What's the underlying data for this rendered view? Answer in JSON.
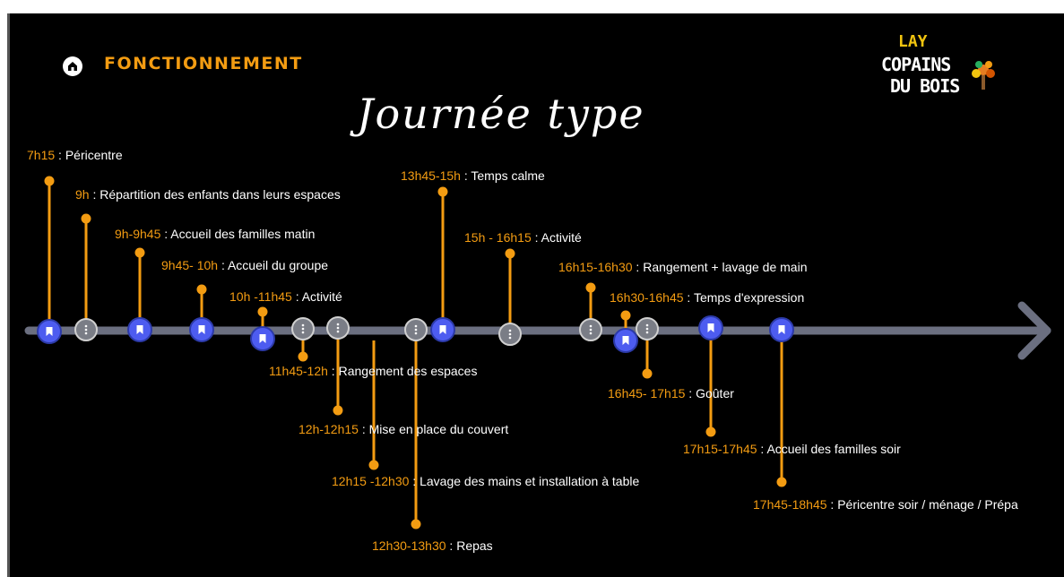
{
  "header": {
    "section_title": "FONCTIONNEMENT",
    "page_title": "Journée type",
    "logo_line1": "LAY",
    "logo_line2": "COPAINS",
    "logo_line3": "DU BOIS"
  },
  "colors": {
    "background": "#000000",
    "accent": "#f39c12",
    "timeline_bar": "#6b6f80",
    "marker_blue": "#4d5cf0",
    "marker_grey": "#7a7d86",
    "text": "#ffffff"
  },
  "icons": {
    "home": "home-icon",
    "bookmark": "bookmark-icon",
    "more": "more-vertical-icon",
    "arrow": "arrow-right-icon"
  },
  "events": [
    {
      "time": "7h15",
      "label": "Péricentre"
    },
    {
      "time": "9h",
      "label": "Répartition des enfants dans leurs espaces"
    },
    {
      "time": "9h-9h45",
      "label": "Accueil des familles matin"
    },
    {
      "time": "9h45- 10h",
      "label": "Accueil du groupe"
    },
    {
      "time": "10h -11h45",
      "label": "Activité"
    },
    {
      "time": "11h45-12h",
      "label": "Rangement des espaces"
    },
    {
      "time": "12h-12h15",
      "label": "Mise en place du couvert"
    },
    {
      "time": "12h15 -12h30",
      "label": "Lavage des mains et installation à table"
    },
    {
      "time": "12h30-13h30",
      "label": "Repas"
    },
    {
      "time": "13h45-15h",
      "label": "Temps calme"
    },
    {
      "time": "15h - 16h15",
      "label": "Activité"
    },
    {
      "time": "16h15-16h30",
      "label": "Rangement + lavage de main"
    },
    {
      "time": "16h30-16h45",
      "label": "Temps d'expression"
    },
    {
      "time": "16h45- 17h15",
      "label": "Goûter"
    },
    {
      "time": "17h15-17h45",
      "label": "Accueil des familles soir"
    },
    {
      "time": "17h45-18h45",
      "label": "Péricentre soir / ménage / Prépa"
    }
  ]
}
